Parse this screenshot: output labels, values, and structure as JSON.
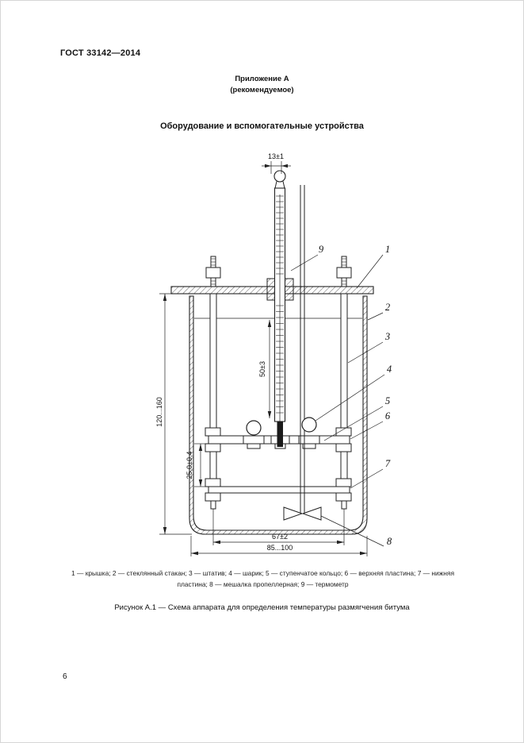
{
  "page": {
    "header": "ГОСТ 33142—2014",
    "number": "6"
  },
  "annex": {
    "title": "Приложение А",
    "subtitle": "(рекомендуемое)"
  },
  "section_title": "Оборудование и вспомогательные устройства",
  "figure": {
    "dims": {
      "top_width": "13±1",
      "immersion_depth": "50±3",
      "beaker_height": "120...160",
      "plate_gap": "25,0±0,4",
      "ring_spacing": "67±2",
      "beaker_diameter": "85...100"
    },
    "callouts": [
      "1",
      "2",
      "3",
      "4",
      "5",
      "6",
      "7",
      "8",
      "9"
    ],
    "legend": "1 — крышка; 2 — стеклянный стакан; 3 — штатив; 4 — шарик; 5 — ступенчатое кольцо; 6 — верхняя пластина; 7 — нижняя пластина; 8 — мешалка пропеллерная; 9 — термометр",
    "caption": "Рисунок А.1 — Схема аппарата для определения температуры размягчения битума"
  }
}
